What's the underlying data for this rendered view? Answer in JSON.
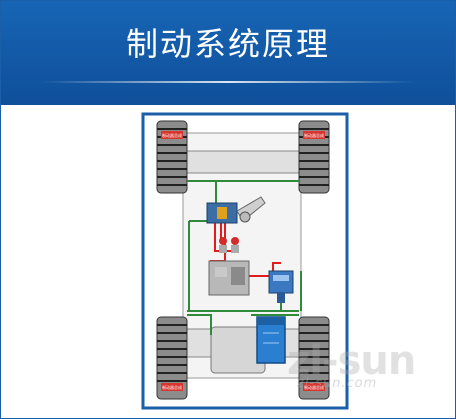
{
  "title": "制动系统原理",
  "wheel_tags": [
    "制动器总成",
    "制动器总成",
    "制动器总成",
    "制动器总成"
  ],
  "colors": {
    "header": "#1765b5",
    "frame": "#1a5fa8",
    "oil_line": "#2f8a3a",
    "brake_line": "#e21c1c",
    "tank": "#2a7fd0"
  },
  "watermark": {
    "main": "zl-sun",
    "sub": "zl-sun.com"
  }
}
